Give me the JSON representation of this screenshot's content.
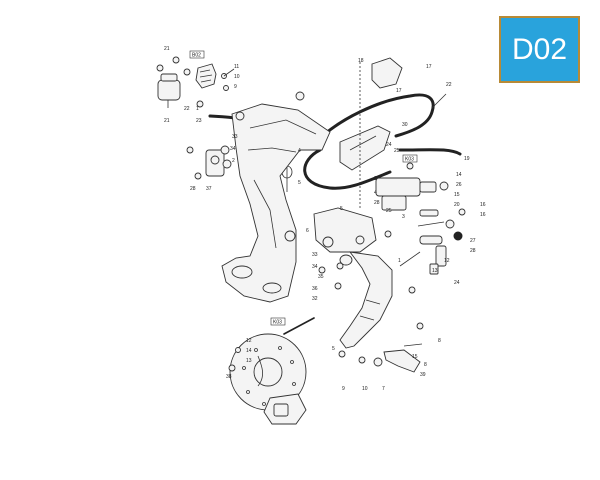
{
  "badge": {
    "text": "D02"
  },
  "ref_boxes": [
    "B02",
    "K03",
    "K03"
  ],
  "labels": [
    "21",
    "11",
    "10",
    "9",
    "22",
    "1",
    "23",
    "21",
    "33",
    "34",
    "2",
    "28",
    "37",
    "18",
    "17",
    "17",
    "22",
    "30",
    "24",
    "25",
    "4",
    "5",
    "19",
    "14",
    "26",
    "15",
    "20",
    "16",
    "3",
    "4",
    "28",
    "3",
    "16",
    "27",
    "28",
    "25",
    "13",
    "12",
    "5",
    "6",
    "1",
    "8",
    "34",
    "35",
    "36",
    "32",
    "33",
    "24",
    "12",
    "14",
    "13",
    "38",
    "5",
    "8",
    "9",
    "10",
    "7",
    "15",
    "39"
  ]
}
